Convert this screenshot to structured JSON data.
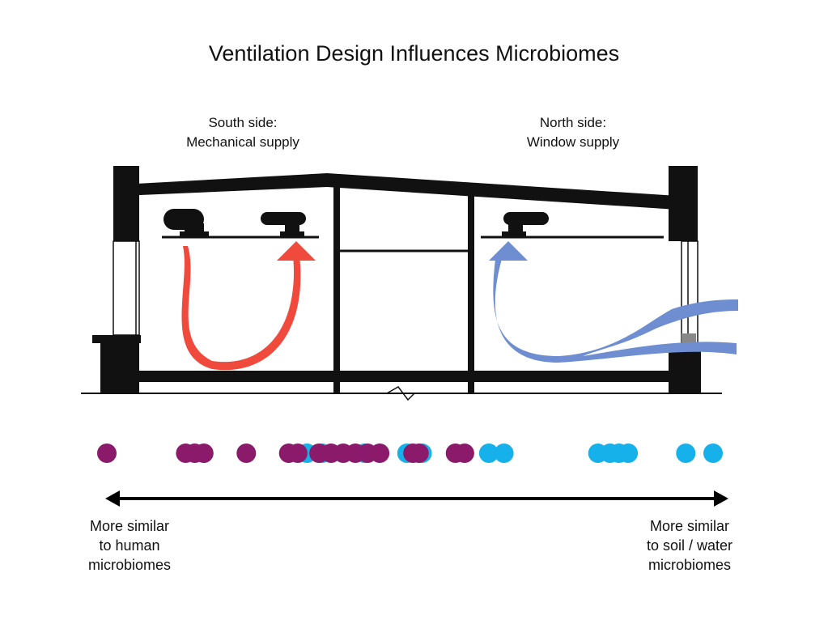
{
  "title": "Ventilation Design Influences Microbiomes",
  "south": {
    "label": "South side:\nMechanical supply",
    "arrow_color": "#f04a3c"
  },
  "north": {
    "label": "North side:\nWindow supply",
    "arrow_color": "#6e8ed1"
  },
  "scale": {
    "left_label": "More similar\nto human\nmicrobiomes",
    "right_label": "More similar\nto soil / water\nmicrobiomes",
    "colors": {
      "south": "#8b1a6b",
      "north": "#16b0ea"
    },
    "samples": [
      {
        "side": "south",
        "v": 0.0
      },
      {
        "side": "south",
        "v": 0.13
      },
      {
        "side": "south",
        "v": 0.145
      },
      {
        "side": "south",
        "v": 0.16
      },
      {
        "side": "south",
        "v": 0.23
      },
      {
        "side": "south",
        "v": 0.3
      },
      {
        "side": "north",
        "v": 0.33
      },
      {
        "side": "south",
        "v": 0.315
      },
      {
        "side": "north",
        "v": 0.355
      },
      {
        "side": "south",
        "v": 0.35
      },
      {
        "side": "south",
        "v": 0.37
      },
      {
        "side": "south",
        "v": 0.39
      },
      {
        "side": "north",
        "v": 0.425
      },
      {
        "side": "south",
        "v": 0.41
      },
      {
        "side": "south",
        "v": 0.43
      },
      {
        "side": "south",
        "v": 0.45
      },
      {
        "side": "north",
        "v": 0.495
      },
      {
        "side": "north",
        "v": 0.52
      },
      {
        "side": "south",
        "v": 0.505
      },
      {
        "side": "south",
        "v": 0.515
      },
      {
        "side": "south",
        "v": 0.575
      },
      {
        "side": "south",
        "v": 0.59
      },
      {
        "side": "north",
        "v": 0.63
      },
      {
        "side": "north",
        "v": 0.655
      },
      {
        "side": "north",
        "v": 0.81
      },
      {
        "side": "north",
        "v": 0.83
      },
      {
        "side": "north",
        "v": 0.845
      },
      {
        "side": "north",
        "v": 0.86
      },
      {
        "side": "north",
        "v": 0.955
      },
      {
        "side": "north",
        "v": 1.0
      }
    ]
  }
}
